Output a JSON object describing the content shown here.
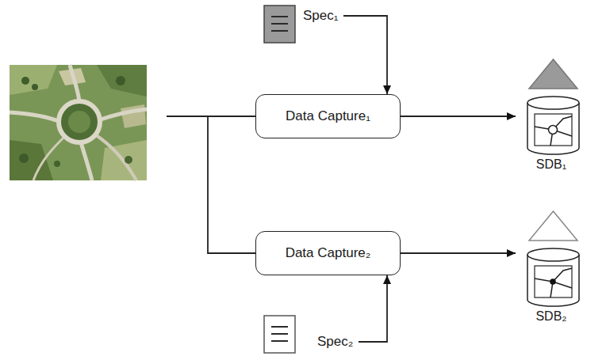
{
  "diagram": {
    "nodes": [
      {
        "text": [
          "Spec₁"
        ]
      },
      {
        "text": [
          "Data Capture₁"
        ]
      },
      {
        "text": [
          "SDB₁"
        ]
      },
      {
        "text": [
          "Data Capture₂"
        ]
      },
      {
        "text": [
          "SDB₂"
        ]
      },
      {
        "text": [
          "Spec₂"
        ]
      }
    ],
    "edges": [
      {
        "from": 0,
        "to": 1,
        "arrow": "to"
      },
      {
        "from": 1,
        "to": 2,
        "arrow": "to"
      },
      {
        "from": 5,
        "to": 3,
        "arrow": "to"
      },
      {
        "from": 3,
        "to": 4,
        "arrow": "to"
      }
    ]
  }
}
